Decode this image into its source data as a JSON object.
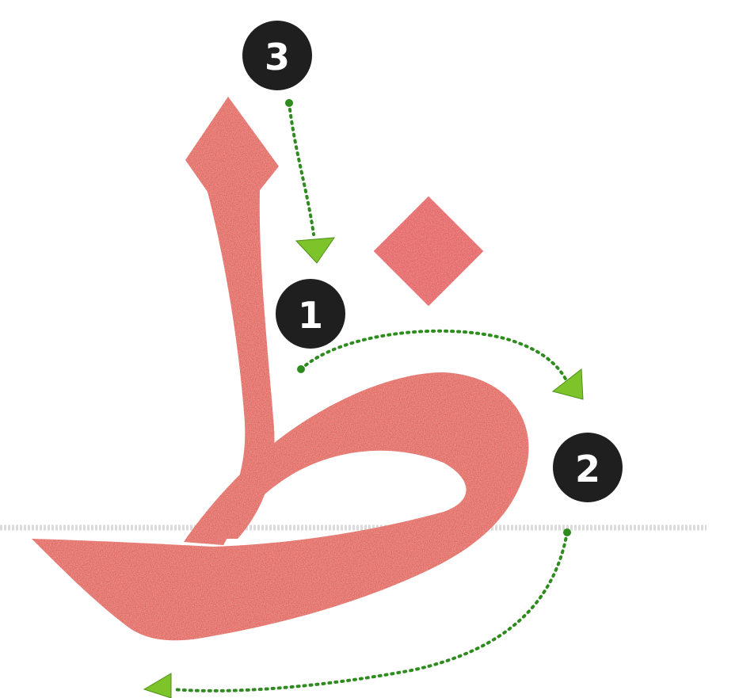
{
  "steps": [
    {
      "label": "1"
    },
    {
      "label": "2"
    },
    {
      "label": "3"
    }
  ],
  "colors": {
    "letter": "#e0391e",
    "dot": "#e31b1b",
    "badge": "#1f1f1f",
    "badge_text": "#ffffff",
    "arrow_dots": "#2e8b1e",
    "arrow_head": "#7dc42a",
    "baseline": "#cfcfcf"
  }
}
